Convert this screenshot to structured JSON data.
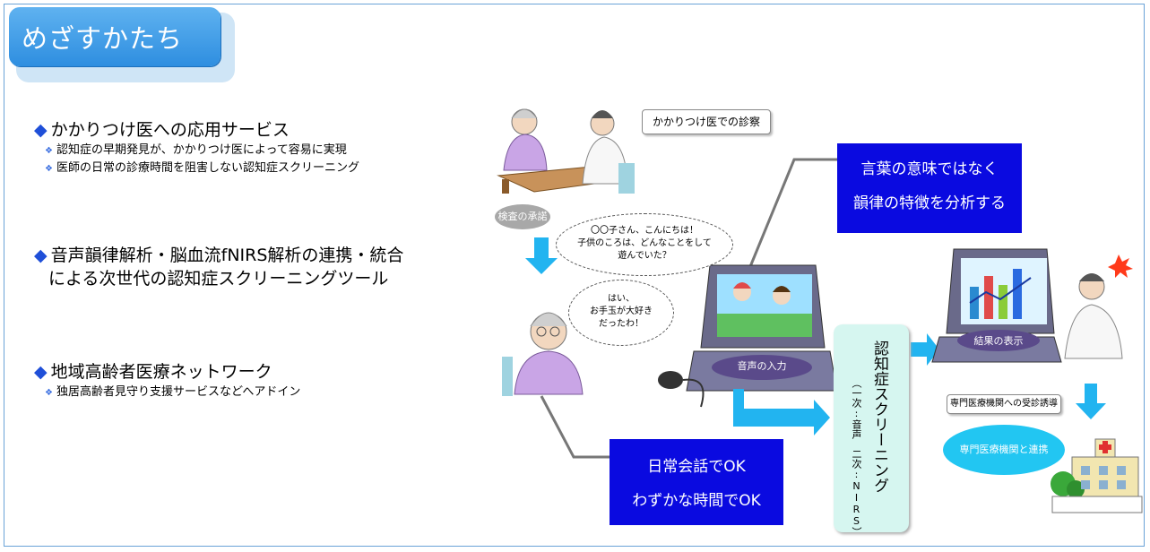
{
  "title": "めざすかたち",
  "items": [
    {
      "title": "かかりつけ医への応用サービス",
      "subs": [
        "認知症の早期発見が、かかりつけ医によって容易に実現",
        "医師の日常の診療時間を阻害しない認知症スクリーニング"
      ]
    },
    {
      "title_line1": "音声韻律解析・脳血流fNIRS解析の連携・統合",
      "title_line2": "による次世代の認知症スクリーニングツール"
    },
    {
      "title": "地域高齢者医療ネットワーク",
      "subs": [
        "独居高齢者見守り支援サービスなどへアドイン"
      ]
    }
  ],
  "diagram": {
    "clinic_label": "かかりつけ医での診察",
    "consent_label": "検査の承諾",
    "doctor_speech": [
      "〇〇子さん、こんにちは！",
      "子供のころは、どんなことをして",
      "遊んでいた？"
    ],
    "patient_speech": [
      "はい、",
      "お手玉が大好き",
      "だったわ！"
    ],
    "analysis_box": [
      "言葉の意味ではなく",
      "韻律の特徴を分析する"
    ],
    "voice_input_label": "音声の入力",
    "daily_box": [
      "日常会話でOK",
      "わずかな時間でOK"
    ],
    "screening_title": "認知症スクリーニング",
    "screening_sub": "（一次:音声　二次:NIRS）",
    "result_label": "結果の表示",
    "referral_label": "専門医療機関への受診誘導",
    "collab_label": "専門医療機関と連携"
  },
  "colors": {
    "accent": "#2e8ee0",
    "navy_box": "#0a0ae0",
    "arrow": "#22b4f0",
    "screening_bg": "#d6f6f0",
    "collab_bg": "#22c6f2"
  }
}
